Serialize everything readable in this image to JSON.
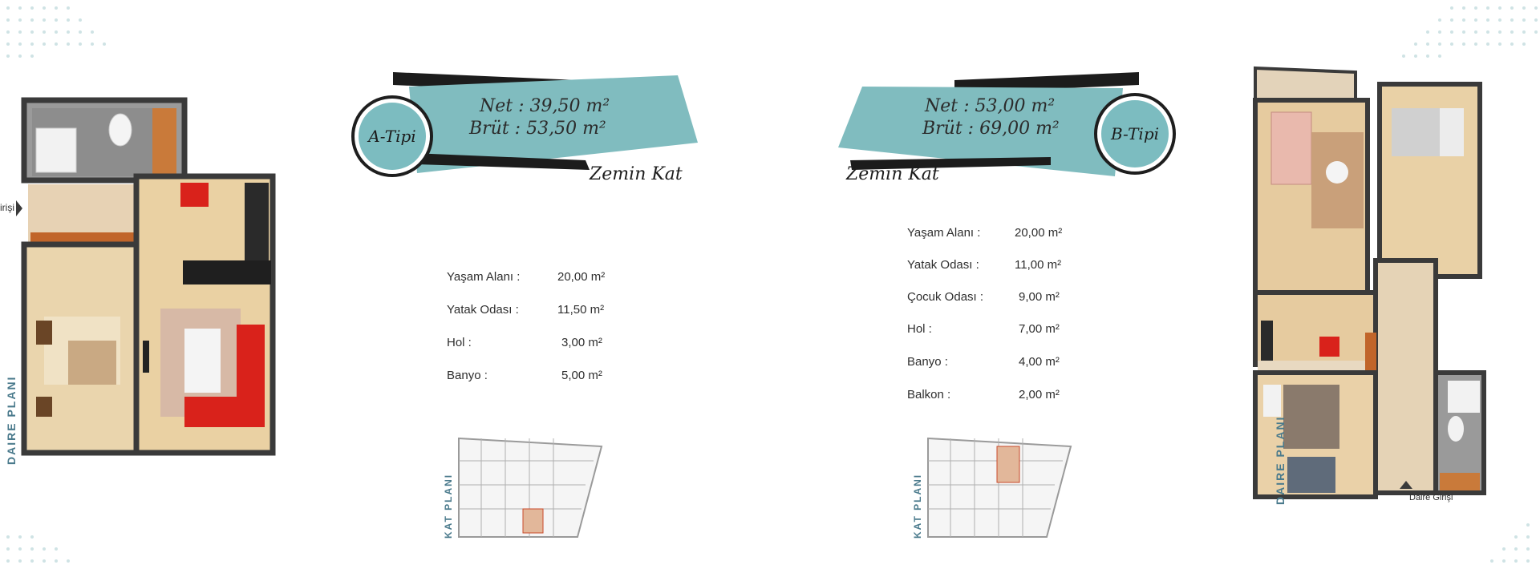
{
  "left_unit": {
    "type_label": "A-Tipi",
    "net": "Net : 39,50 m²",
    "brut": "Brüt : 53,50 m²",
    "floor": "Zemin Kat",
    "plan_label": "DAIRE PLANI",
    "entrance_label": "irişi",
    "site_plan_label": "KAT PLANI",
    "rooms": [
      {
        "name": "Yaşam Alanı :",
        "area": "20,00 m²"
      },
      {
        "name": "Yatak Odası :",
        "area": "11,50 m²"
      },
      {
        "name": "Hol :",
        "area": "3,00 m²"
      },
      {
        "name": "Banyo :",
        "area": "5,00 m²"
      }
    ]
  },
  "right_unit": {
    "type_label": "B-Tipi",
    "net": "Net : 53,00 m²",
    "brut": "Brüt : 69,00 m²",
    "floor": "Zemin Kat",
    "plan_label": "DAIRE PLANI",
    "entrance_label": "Daire Girişi",
    "site_plan_label": "KAT PLANI",
    "rooms": [
      {
        "name": "Yaşam Alanı :",
        "area": "20,00 m²"
      },
      {
        "name": "Yatak Odası :",
        "area": "11,00 m²"
      },
      {
        "name": "Çocuk Odası :",
        "area": "9,00 m²"
      },
      {
        "name": "Hol :",
        "area": "7,00 m²"
      },
      {
        "name": "Banyo :",
        "area": "4,00 m²"
      },
      {
        "name": "Balkon :",
        "area": "2,00 m²"
      }
    ]
  },
  "colors": {
    "banner": "#80bcbf",
    "accent_text": "#4a7a8c",
    "wall": "#3a3a3a",
    "wood": "#e5c9a0",
    "sofa": "#d9221b"
  }
}
